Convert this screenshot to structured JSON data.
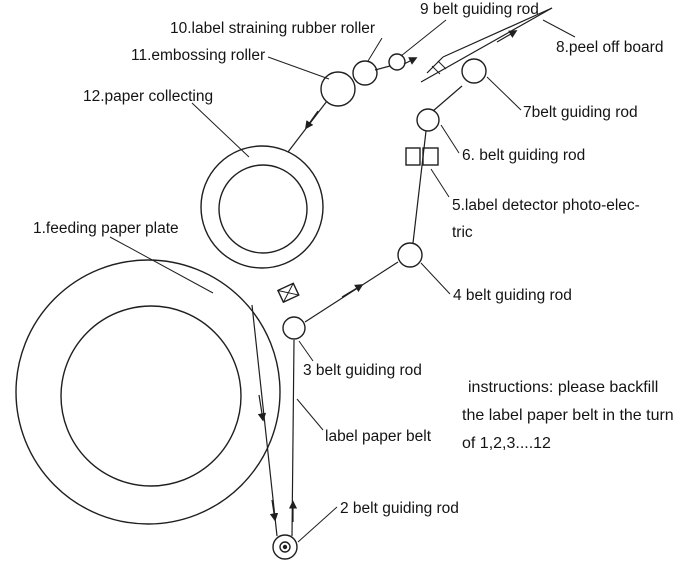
{
  "diagram": {
    "labels": {
      "part1": "1.feeding paper plate",
      "part2": "2 belt guiding rod",
      "part3": "3 belt guiding rod",
      "part4": "4 belt guiding rod",
      "part5_line1": "5.label detector photo-elec-",
      "part5_line2": "tric",
      "part6": "6. belt guiding rod",
      "part7": "7belt guiding rod",
      "part8": "8.peel off board",
      "part9": "9 belt guiding rod",
      "part10": "10.label straining rubber roller",
      "part11": "11.embossing roller",
      "part12": "12.paper collecting",
      "belt": "label paper belt"
    },
    "instructions": {
      "line1": "instructions: please backfill",
      "line2": "the label paper belt in the turn",
      "line3": "of 1,2,3....12"
    },
    "colors": {
      "ink": "#1f1f1f",
      "background": "#ffffff"
    }
  }
}
